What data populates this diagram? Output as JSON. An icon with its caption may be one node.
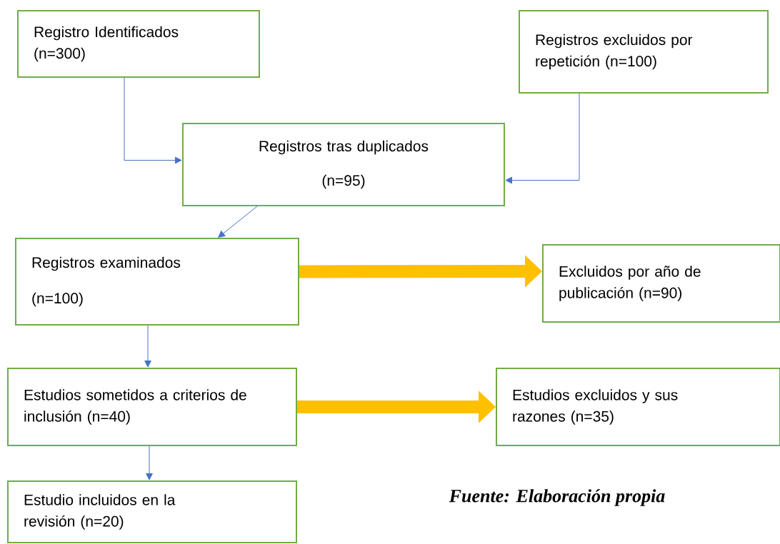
{
  "diagram": {
    "caption": "Fuente: Elaboración propia",
    "nodes": [
      {
        "text": [
          "Registro Identificados (n=300)"
        ]
      },
      {
        "text": [
          "Registros excluidos por repetición (n=100)"
        ]
      },
      {
        "text": [
          "Registros tras duplicados",
          "(n=95)"
        ]
      },
      {
        "text": [
          "Registros examinados",
          "(n=100)"
        ]
      },
      {
        "text": [
          "Excluidos por año de publicación (n=90)"
        ]
      },
      {
        "text": [
          "Estudios sometidos a criterios de inclusión (n=40)"
        ]
      },
      {
        "text": [
          "Estudios excluidos y sus razones (n=35)"
        ]
      },
      {
        "text": [
          "Estudio incluidos en la revisión (n=20)"
        ]
      }
    ],
    "edges": [
      {
        "from": 0,
        "to": 2,
        "arrow": "to"
      },
      {
        "from": 1,
        "to": 2,
        "arrow": "to"
      },
      {
        "from": 2,
        "to": 3,
        "arrow": "to"
      },
      {
        "from": 3,
        "to": 4,
        "arrow": "to",
        "style": "thick",
        "color": "#ffc000"
      },
      {
        "from": 3,
        "to": 5,
        "arrow": "to"
      },
      {
        "from": 5,
        "to": 6,
        "arrow": "to",
        "style": "thick",
        "color": "#ffc000"
      },
      {
        "from": 5,
        "to": 7,
        "arrow": "to"
      }
    ]
  }
}
